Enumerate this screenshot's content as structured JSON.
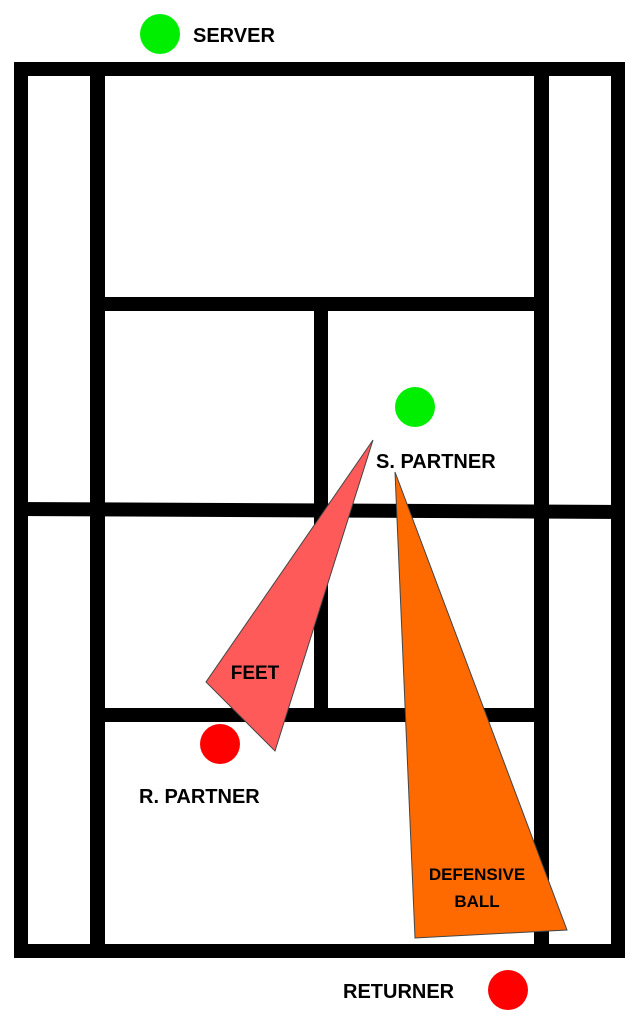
{
  "diagram": {
    "type": "tennis-court-doubles-positioning",
    "colors": {
      "court_lines": "#000000",
      "court_surface": "#ffffff",
      "serving_team": "#00ee00",
      "returning_team": "#ff0000",
      "feet_zone": "#ff5a5a",
      "defensive_zone": "#ff6a00"
    },
    "players": {
      "server": {
        "label": "SERVER"
      },
      "server_partner": {
        "label": "S. PARTNER"
      },
      "returner_partner": {
        "label": "R. PARTNER"
      },
      "returner": {
        "label": "RETURNER"
      }
    },
    "zones": {
      "feet": {
        "label": "FEET"
      },
      "defensive": {
        "label_line1": "DEFENSIVE",
        "label_line2": "BALL"
      }
    }
  }
}
